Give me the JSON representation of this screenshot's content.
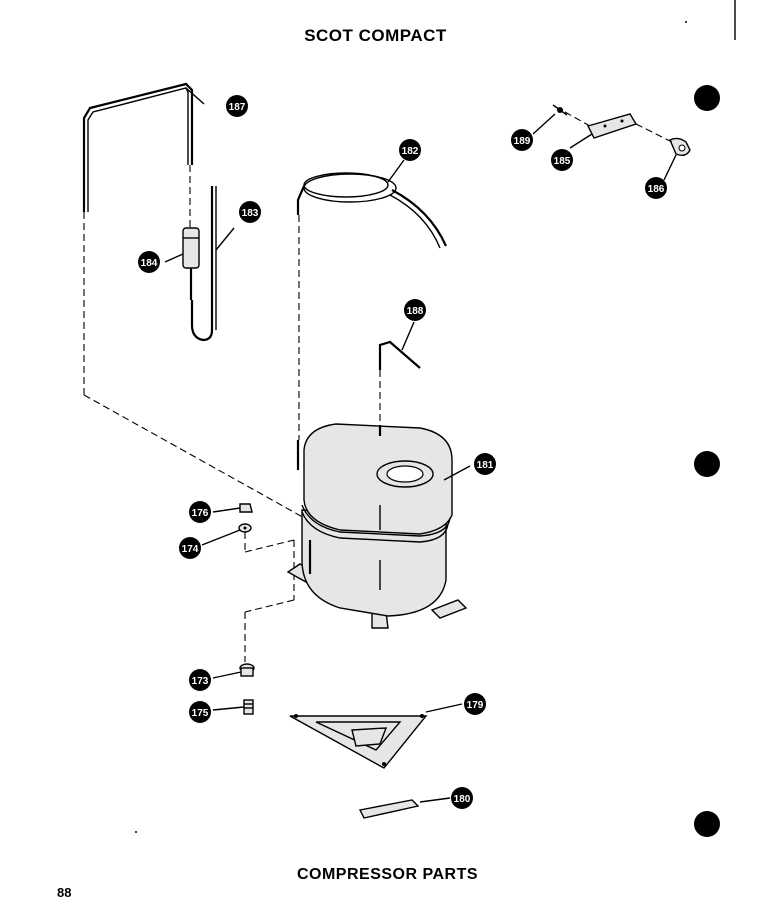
{
  "header": {
    "title": "SCOT COMPACT"
  },
  "footer": {
    "caption": "COMPRESSOR PARTS",
    "page_number": "88"
  },
  "callouts": {
    "c181": "181",
    "c182": "182",
    "c183": "183",
    "c184": "184",
    "c185": "185",
    "c186": "186",
    "c187": "187",
    "c188": "188",
    "c189": "189",
    "c173": "173",
    "c174": "174",
    "c175": "175",
    "c176": "176",
    "c179": "179",
    "c180": "180"
  },
  "colors": {
    "ink": "#000000",
    "paper": "#ffffff",
    "part_fill": "#e6e6e6"
  }
}
